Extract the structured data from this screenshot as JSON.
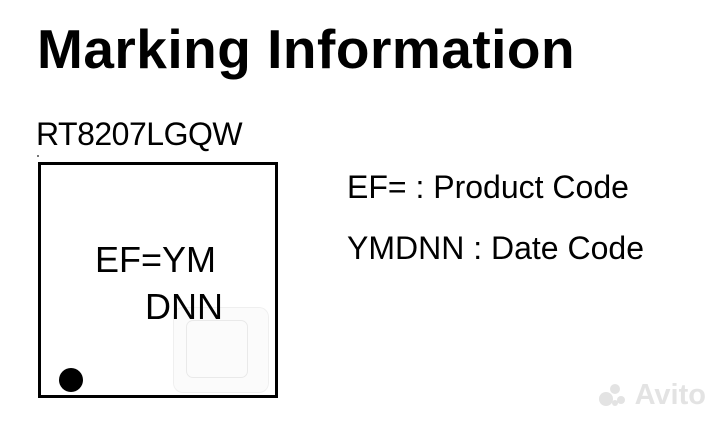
{
  "document": {
    "title": "Marking Information",
    "part_number": "RT8207LGQW",
    "chip": {
      "line1": "EF=YM",
      "line2": "DNN"
    },
    "legend": [
      "EF= : Product Code",
      "YMDNN : Date Code"
    ],
    "watermark": "Avito"
  }
}
